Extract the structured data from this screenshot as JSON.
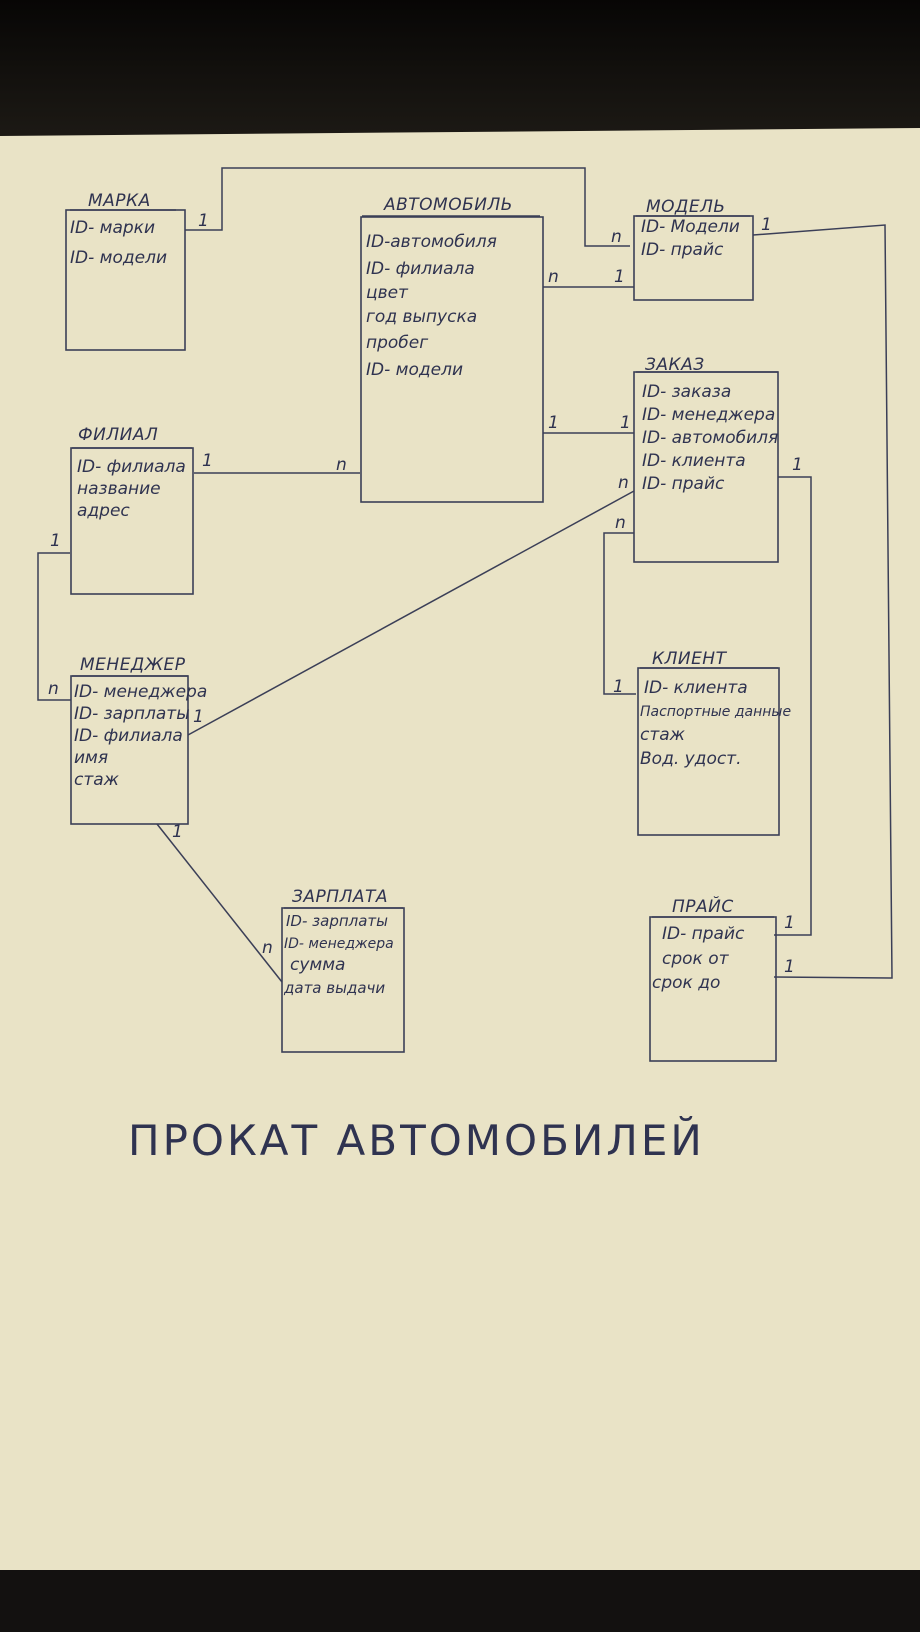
{
  "title": "ПРОКАТ АВТОМОБИЛЕЙ",
  "entities": {
    "marka": {
      "name": "МАРКА",
      "fields": [
        "ID- марки",
        "ID- модели"
      ]
    },
    "avto": {
      "name": "АВТОМОБИЛЬ",
      "fields": [
        "ID-автомобиля",
        "ID- филиала",
        "цвет",
        "год выпуска",
        "пробег",
        "ID- модели"
      ]
    },
    "model": {
      "name": "МОДЕЛЬ",
      "fields": [
        "ID- Модели",
        "ID- прайс"
      ]
    },
    "zakaz": {
      "name": "ЗАКАЗ",
      "fields": [
        "ID- заказа",
        "ID- менеджера",
        "ID- автомобиля",
        "ID- клиента",
        "ID- прайс"
      ]
    },
    "filial": {
      "name": "ФИЛИАЛ",
      "fields": [
        "ID- филиала",
        "название",
        "адрес"
      ]
    },
    "manager": {
      "name": "МЕНЕДЖЕР",
      "fields": [
        "ID- менеджера",
        "ID- зарплаты",
        "ID- филиала",
        "имя",
        "стаж"
      ]
    },
    "client": {
      "name": "КЛИЕНТ",
      "fields": [
        "ID- клиента",
        "Паспортные данные",
        "стаж",
        "Вод. удост."
      ]
    },
    "zarplata": {
      "name": "ЗАРПЛАТА",
      "fields": [
        "ID- зарплаты",
        "ID- менеджера",
        "сумма",
        "дата выдачи"
      ]
    },
    "prais": {
      "name": "ПРАЙС",
      "fields": [
        "ID- прайс",
        "срок от",
        "срок до"
      ]
    }
  },
  "cardinalities": {
    "marka_model_from": "1",
    "marka_model_to": "n",
    "avto_model_from": "n",
    "avto_model_to": "1",
    "avto_zakaz_from": "1",
    "avto_zakaz_to": "1",
    "filial_avto_from": "1",
    "filial_avto_to": "n",
    "filial_manager_from": "1",
    "filial_manager_to": "n",
    "manager_zakaz_from": "1",
    "manager_zakaz_to": "n",
    "client_zakaz_from": "1",
    "client_zakaz_to": "n",
    "manager_zarplata_from": "1",
    "manager_zarplata_to": "n",
    "zakaz_prais_from": "1",
    "zakaz_prais_to": "1",
    "model_prais_from": "1",
    "model_prais_to": "1"
  },
  "colors": {
    "paper": "#e9e3c6",
    "ink": "#3b3f57",
    "background": "#0f0d0b"
  }
}
